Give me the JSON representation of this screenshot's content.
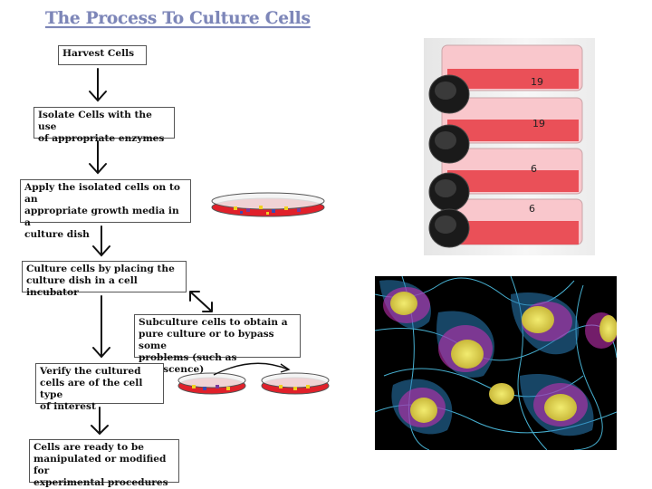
{
  "title": "The Process To Culture Cells",
  "steps": [
    "Harvest Cells",
    "Isolate Cells with the use\nof appropriate enzymes",
    "Apply the isolated cells on to an\nappropriate growth media in a\nculture dish",
    "Culture cells by placing the\nculture dish in a cell incubator",
    "Subculture cells to obtain a\npure culture or to bypass some\nproblems (such as senescence)",
    "Verify the cultured\ncells are of the cell type\nof interest",
    "Cells are ready to be\nmanipulated or modified for\nexperimental procedures"
  ],
  "flask_labels": [
    "19",
    "19",
    "6",
    "6"
  ],
  "colors": {
    "title": "#7d86b8",
    "dish_red": "#e0202a",
    "flask_cap": "#1a1a1a",
    "media": "#e8434b",
    "microscopy_bg": "#000000",
    "cytoskeleton": "#4fc4e8",
    "nucleus": "#e8e04a",
    "membrane": "#c030b0"
  }
}
